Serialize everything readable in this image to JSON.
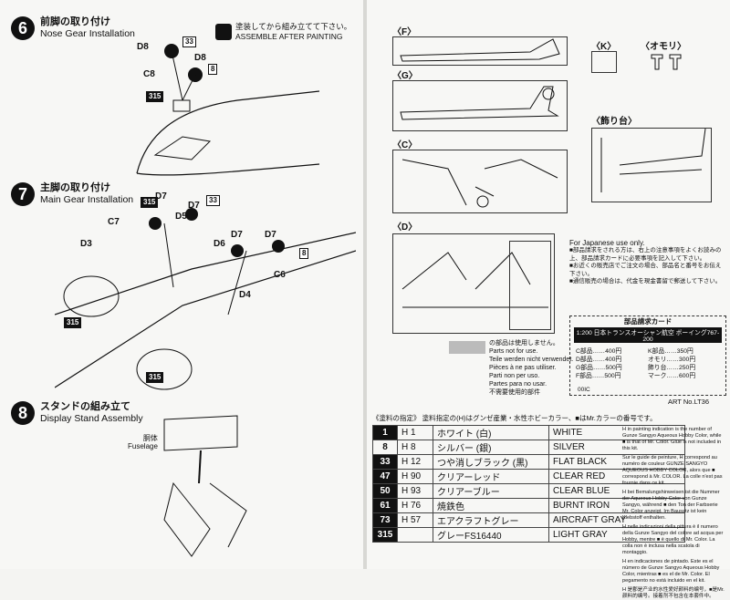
{
  "steps": {
    "s6": {
      "num": "6",
      "jp": "前脚の取り付け",
      "en": "Nose Gear Installation"
    },
    "s7": {
      "num": "7",
      "jp": "主脚の取り付け",
      "en": "Main Gear Installation"
    },
    "s8": {
      "num": "8",
      "jp": "スタンドの組み立て",
      "en": "Display Stand Assembly"
    }
  },
  "assemble_note": {
    "jp": "塗装してから組み立てて下さい。",
    "en": "ASSEMBLE AFTER PAINTING"
  },
  "parts6": {
    "d8a": "D8",
    "d8b": "D8",
    "c8": "C8",
    "t33": "33",
    "t8": "8",
    "t315": "315"
  },
  "parts7": {
    "c7": "C7",
    "d3": "D3",
    "d7a": "D7",
    "d7b": "D7",
    "d7c": "D7",
    "d7d": "D7",
    "d5": "D5",
    "d6": "D6",
    "c6": "C6",
    "d4": "D4",
    "t315a": "315",
    "t33": "33",
    "t8": "8",
    "t315b": "315",
    "t315c": "315"
  },
  "fuselage": {
    "jp": "胴体",
    "en": "Fuselage"
  },
  "panels": {
    "f": "〈F〉",
    "g": "〈G〉",
    "c": "〈C〉",
    "d": "〈D〉",
    "k": "〈K〉",
    "omori": "〈オモリ〉",
    "stand": "〈飾り台〉"
  },
  "not_used": {
    "jp": "の部品は使用しません。",
    "lines": [
      "Parts not for use.",
      "Teile werden nicht verwendet.",
      "Pièces à ne pas utiliser.",
      "Parti non per uso.",
      "Partes para no usar.",
      "不需要使用的部件"
    ]
  },
  "japanese_use": {
    "title": "For Japanese use only.",
    "lines": [
      "■部品請求をされる方は、右上の注意事項をよくお読みの上、部品請求カードに必要事項を記入して下さい。",
      "■お近くの販売店でご注文の場合、部品名と番号をお伝え下さい。",
      "■通信販売の場合は、代金を現金書留で郵送して下さい。"
    ],
    "card_title": "部品請求カード",
    "card_subtitle": "1:200 日本トランスオーシャン航空 ボーイング767-200",
    "card_rows": [
      "C部品……400円",
      "D部品……400円",
      "G部品……500円",
      "F部品……500円",
      "K部品……350円",
      "オモリ……300円",
      "飾り台……250円",
      "マーク……600円"
    ],
    "card_code": "00IC",
    "art_no": "ART No.LT36"
  },
  "paint_header": "《塗料の指定》 塗料指定の(H)はグンゼ産業・水性ホビーカラー、■はMr.カラーの番号です。",
  "paint_table": [
    {
      "code": "1",
      "dark": true,
      "h": "H 1",
      "jp": "ホワイト (白)",
      "en": "WHITE"
    },
    {
      "code": "8",
      "dark": false,
      "h": "H 8",
      "jp": "シルバー (銀)",
      "en": "SILVER"
    },
    {
      "code": "33",
      "dark": true,
      "h": "H 12",
      "jp": "つや消しブラック (黒)",
      "en": "FLAT BLACK"
    },
    {
      "code": "47",
      "dark": true,
      "h": "H 90",
      "jp": "クリアーレッド",
      "en": "CLEAR RED"
    },
    {
      "code": "50",
      "dark": true,
      "h": "H 93",
      "jp": "クリアーブルー",
      "en": "CLEAR BLUE"
    },
    {
      "code": "61",
      "dark": true,
      "h": "H 76",
      "jp": "焼鉄色",
      "en": "BURNT IRON"
    },
    {
      "code": "73",
      "dark": true,
      "h": "H 57",
      "jp": "エアクラフトグレー",
      "en": "AIRCRAFT GRAY"
    },
    {
      "code": "315",
      "dark": true,
      "h": "",
      "jp": "グレーFS16440",
      "en": "LIGHT GRAY"
    }
  ],
  "translations": [
    "H in painting indication is the number of Gunze Sangyo Aqueous Hobby Color, while ■ is that of Mr. Color. Glue is not included in this kit.",
    "Sur le guide de peinture, H correspond au numéro de couleur GUNZE SANGYO AQUEOUS HOBBY COLOR, alors que ■ correspond à Mr. COLOR. La colle n'est pas fournie dans ce kit.",
    "H bei Bemalungshinweisen ist die Nummer der Aqueous Hobby Color von Gunze Sangyo, während ■ den Ton der Farbserie Mr. Color anzeigt. Im Bausatz ist kein Klebstoff enthalten.",
    "H nelle indicazioni della pittura è il numero della Gunze Sangyo del colore ad acqua per Hobby, mentre ■ è quello di Mr. Color. La colla non è inclusa nella scatola di montaggio.",
    "H en indicaciones de pintado. Este es el número de Gunze Sangyo Aqueous Hobby Color, mientras ■ es el de Mr. Color. El pegamento no está incluido en el kit.",
    "H 是郡是产业的水性爱好颜料的编号，■是Mr.颜料的编号。接着剂不包含在本套件中。"
  ],
  "colors": {
    "ink": "#111111",
    "paper": "#f7f7f5",
    "grey_swatch": "#bbbbbb"
  }
}
